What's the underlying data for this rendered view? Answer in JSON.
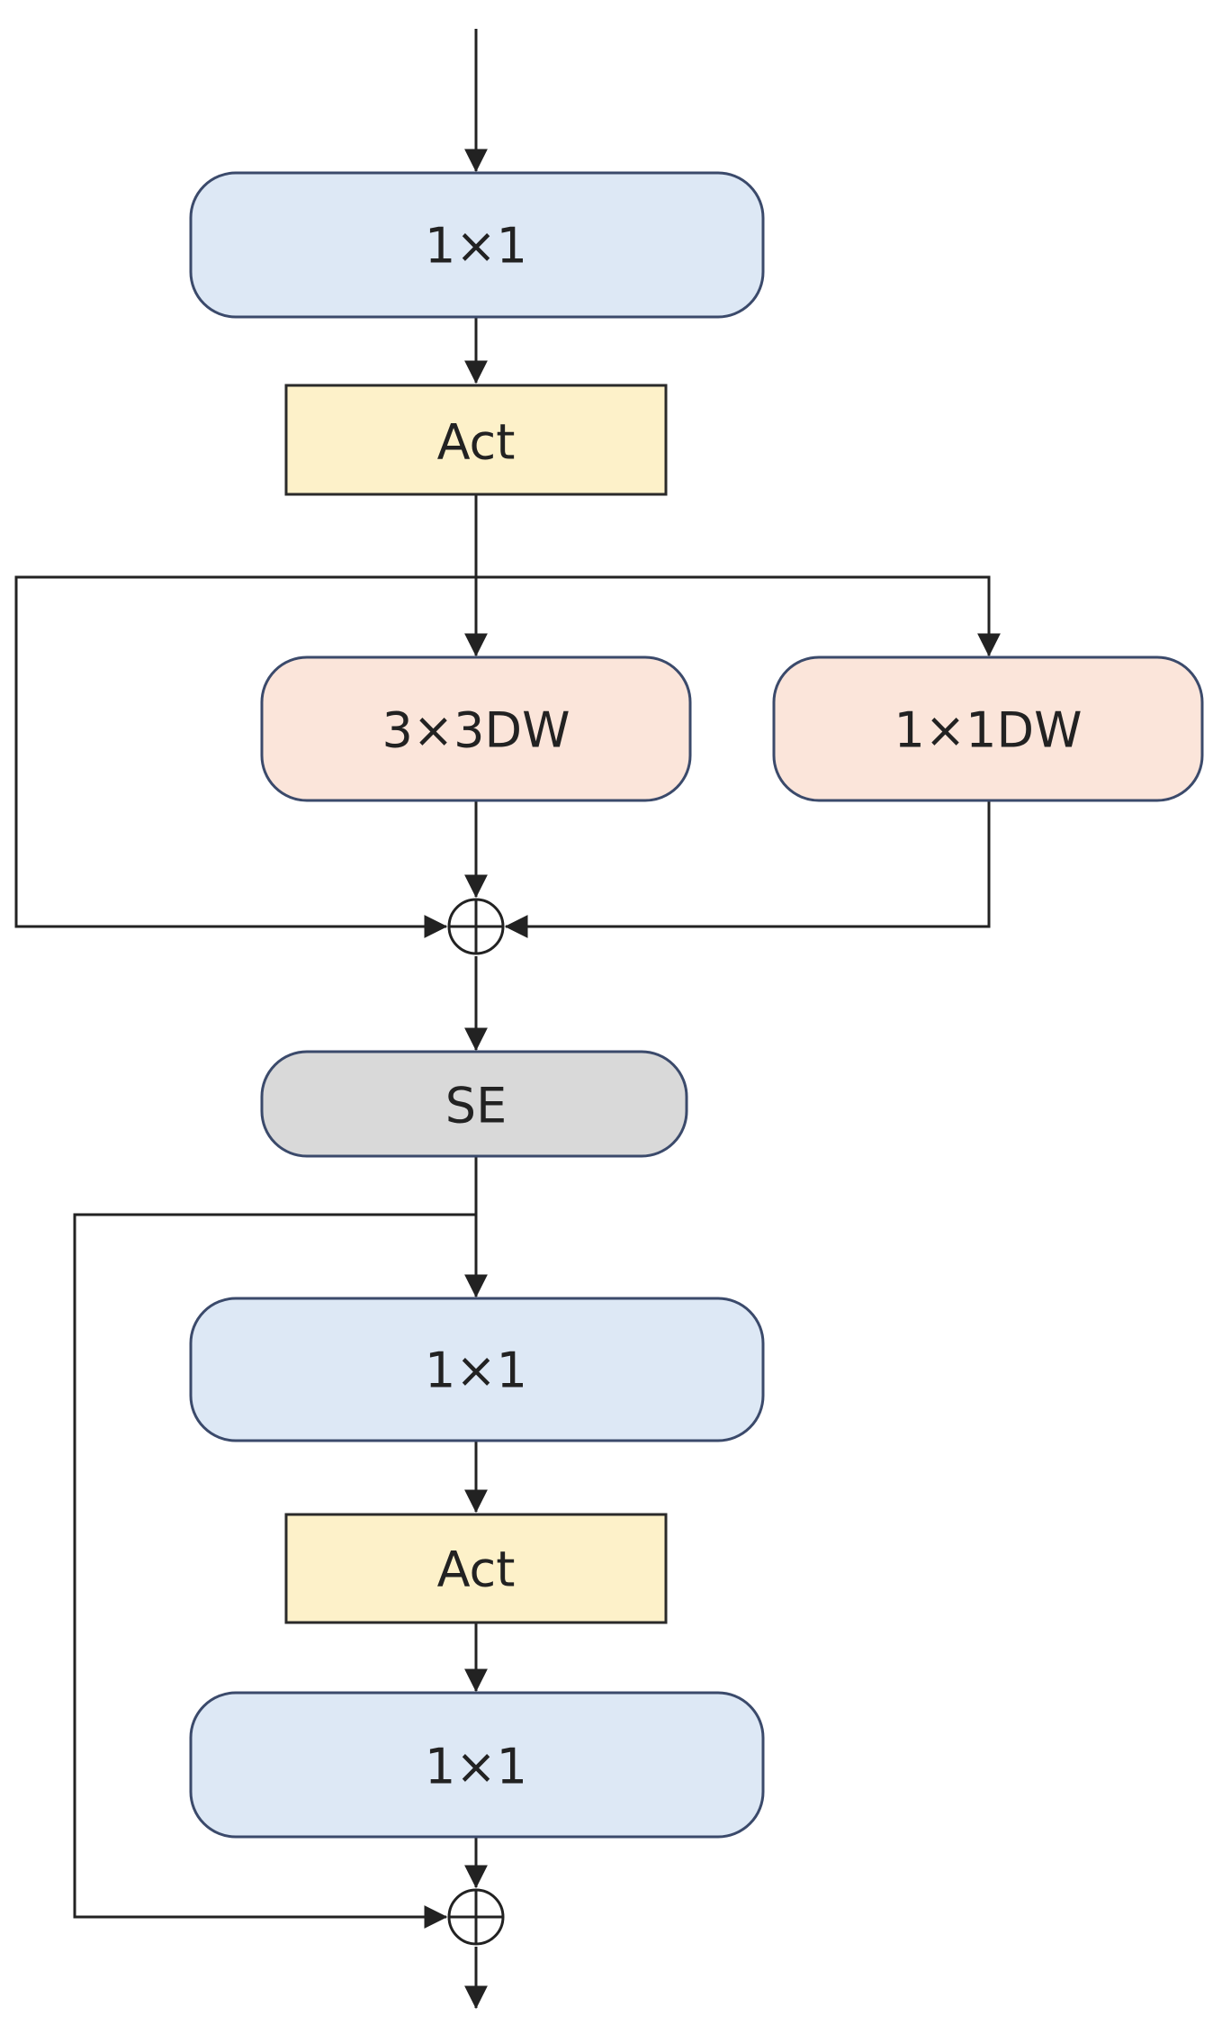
{
  "colors": {
    "conv_fill": "#dde8f5",
    "act_fill": "#fdf1c9",
    "dw_fill": "#fbe5da",
    "se_fill": "#d9d9d9",
    "line": "#222222"
  },
  "nodes": {
    "conv1": "1×1",
    "act1": "Act",
    "dw3": "3×3DW",
    "dw1": "1×1DW",
    "se": "SE",
    "conv2": "1×1",
    "act2": "Act",
    "conv3": "1×1"
  }
}
